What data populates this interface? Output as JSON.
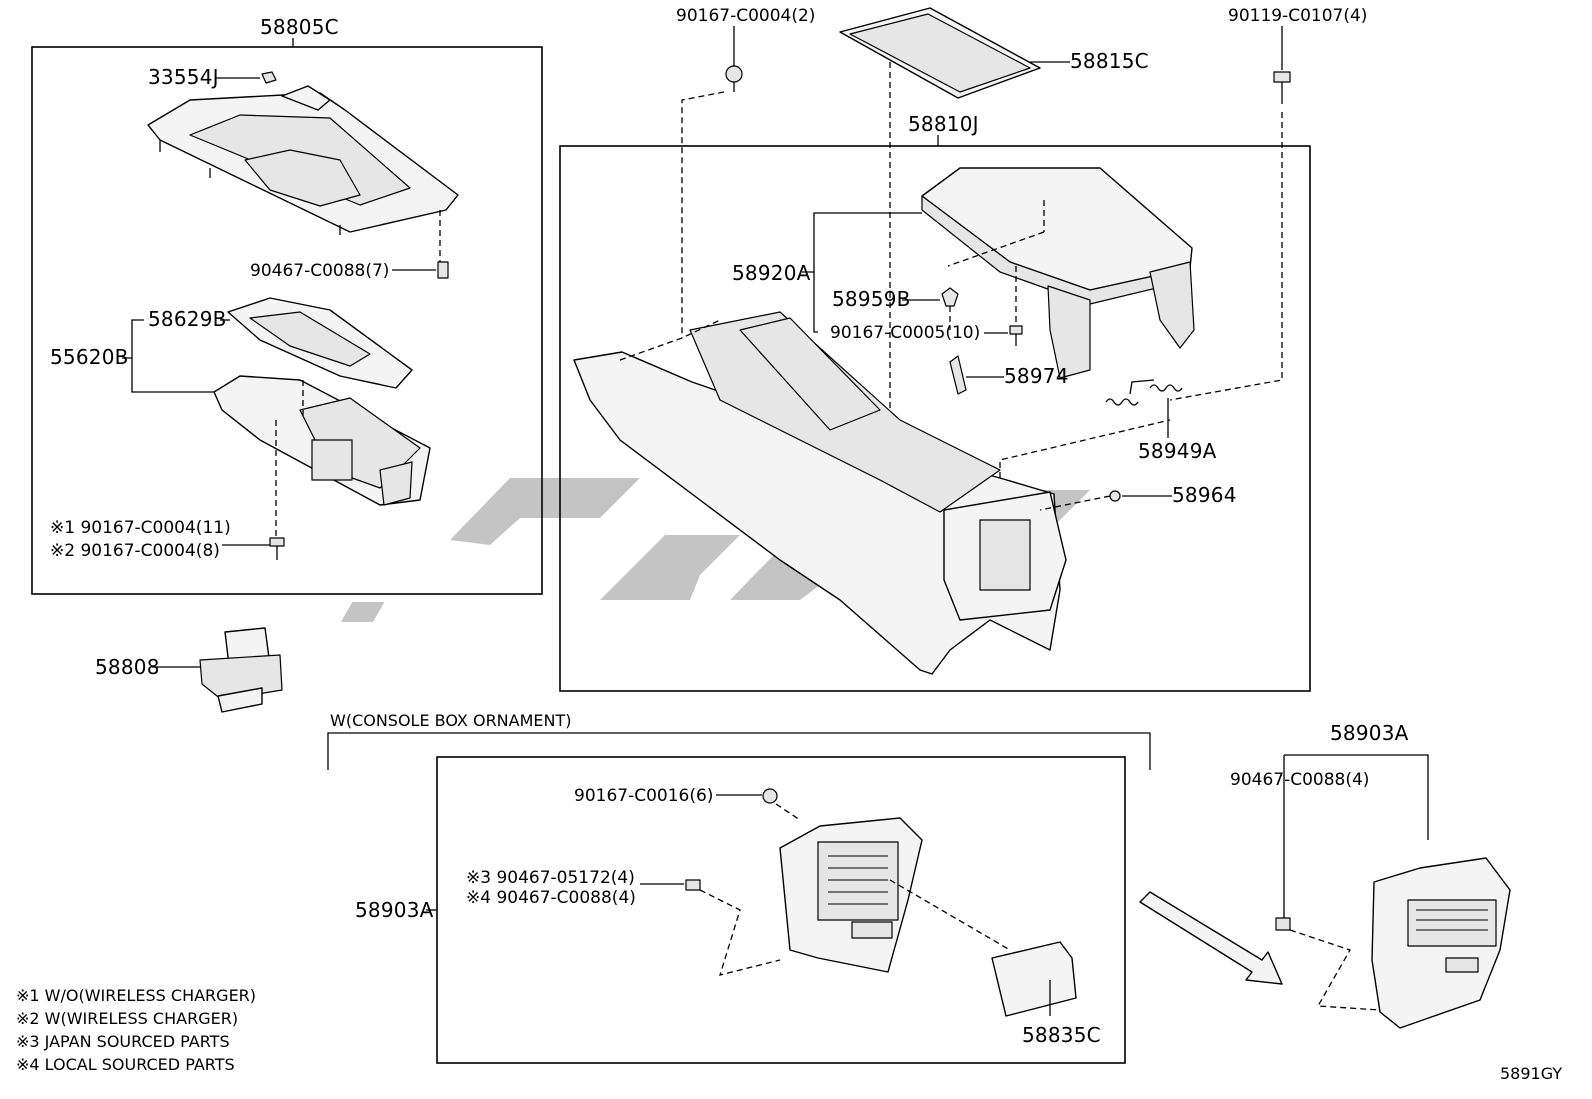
{
  "labels": {
    "p58805C": "58805C",
    "p33554J": "33554J",
    "p90467_C0088_7": "90467-C0088(7)",
    "p58629B": "58629B",
    "p55620B": "55620B",
    "note1_label": "※1 90167-C0004(11)",
    "note2_label": "※2 90167-C0004(8)",
    "p58808": "58808",
    "p90167_C0004_2": "90167-C0004(2)",
    "p58815C": "58815C",
    "p90119_C0107_4": "90119-C0107(4)",
    "p58810J": "58810J",
    "p58920A": "58920A",
    "p58959B": "58959B",
    "p90167_C0005_10": "90167-C0005(10)",
    "p58974": "58974",
    "p58949A": "58949A",
    "p58964": "58964",
    "group_title": "W(CONSOLE BOX ORNAMENT)",
    "p90167_C0016_6": "90167-C0016(6)",
    "note3_label": "※3 90467-05172(4)",
    "note4_label": "※4 90467-C0088(4)",
    "p58903A_left": "58903A",
    "p58835C": "58835C",
    "p58903A_right": "58903A",
    "p90467_C0088_4": "90467-C0088(4)"
  },
  "legend": [
    "※1 W/O(WIRELESS CHARGER)",
    "※2 W(WIRELESS CHARGER)",
    "※3 JAPAN SOURCED PARTS",
    "※4 LOCAL SOURCED PARTS"
  ],
  "figure_code": "5891GY",
  "colors": {
    "line": "#000000",
    "watermark": "#c4c4c4",
    "part_fill": "#f4f4f4"
  }
}
